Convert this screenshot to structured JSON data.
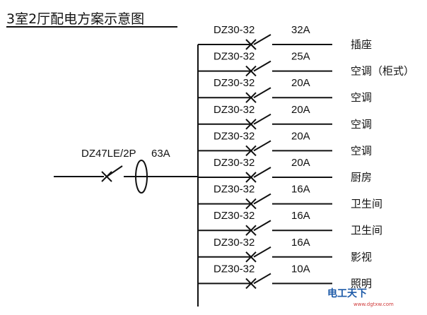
{
  "title": "3室2厅配电方案示意图",
  "main_breaker": {
    "model": "DZ47LE/2P",
    "rating": "63A"
  },
  "circuits": [
    {
      "model": "DZ30-32",
      "rating": "32A",
      "load": "插座"
    },
    {
      "model": "DZ30-32",
      "rating": "25A",
      "load": "空调（柜式）"
    },
    {
      "model": "DZ30-32",
      "rating": "20A",
      "load": "空调"
    },
    {
      "model": "DZ30-32",
      "rating": "20A",
      "load": "空调"
    },
    {
      "model": "DZ30-32",
      "rating": "20A",
      "load": "空调"
    },
    {
      "model": "DZ30-32",
      "rating": "20A",
      "load": "厨房"
    },
    {
      "model": "DZ30-32",
      "rating": "16A",
      "load": "卫生间"
    },
    {
      "model": "DZ30-32",
      "rating": "16A",
      "load": "卫生间"
    },
    {
      "model": "DZ30-32",
      "rating": "16A",
      "load": "影视"
    },
    {
      "model": "DZ30-32",
      "rating": "10A",
      "load": "照明"
    }
  ],
  "watermark": {
    "brand": "电工天下",
    "url": "www.dgtxw.com"
  },
  "colors": {
    "line": "#111111",
    "watermark_blue": "#1d5aa8",
    "watermark_red": "#d03a3a"
  }
}
